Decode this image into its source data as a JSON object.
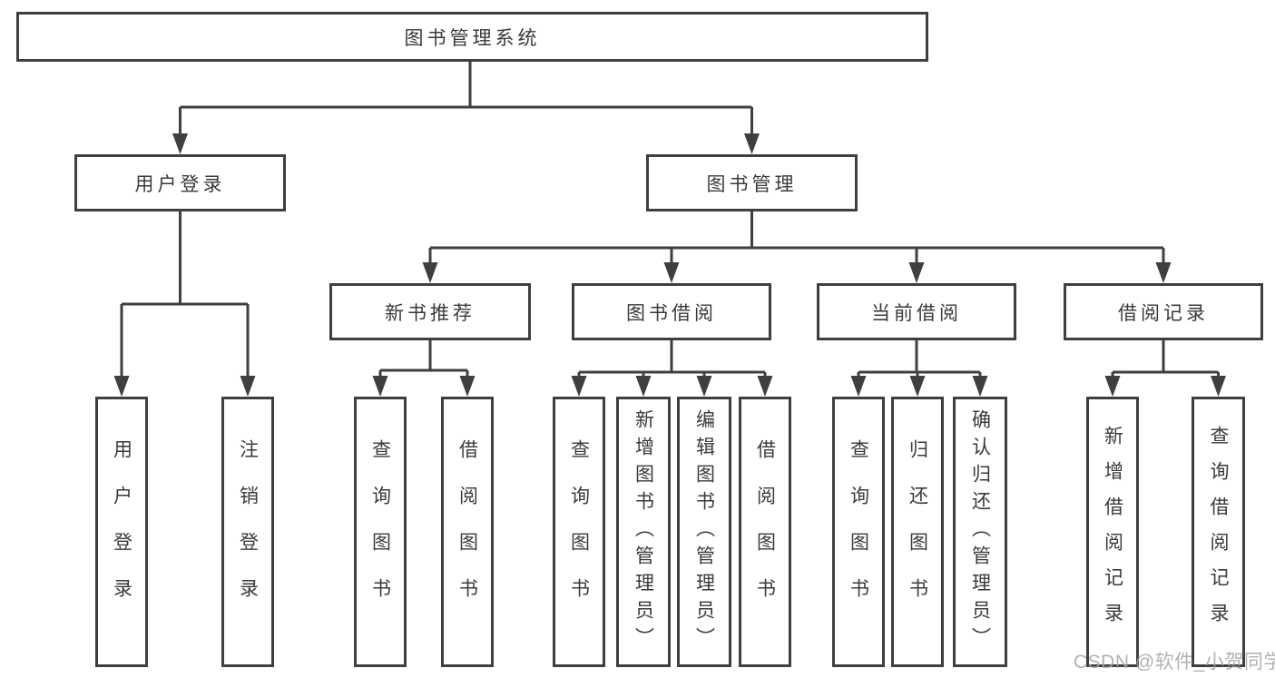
{
  "diagram": {
    "root": {
      "label": "图书管理系统"
    },
    "branches": [
      {
        "label": "用户登录",
        "children": [
          {
            "label": "用户登录"
          },
          {
            "label": "注销登录"
          }
        ]
      },
      {
        "label": "图书管理",
        "groups": [
          {
            "label": "新书推荐",
            "children": [
              {
                "label": "查询图书"
              },
              {
                "label": "借阅图书"
              }
            ]
          },
          {
            "label": "图书借阅",
            "children": [
              {
                "label": "查询图书"
              },
              {
                "label": "新增图书（管理员）"
              },
              {
                "label": "编辑图书（管理员）"
              },
              {
                "label": "借阅图书"
              }
            ]
          },
          {
            "label": "当前借阅",
            "children": [
              {
                "label": "查询图书"
              },
              {
                "label": "归还图书"
              },
              {
                "label": "确认归还（管理员）"
              }
            ]
          },
          {
            "label": "借阅记录",
            "children": [
              {
                "label": "新增借阅记录"
              },
              {
                "label": "查询借阅记录"
              }
            ]
          }
        ]
      }
    ]
  },
  "watermark": {
    "text": "CSDN @软件_小贺同学"
  },
  "colors": {
    "line": "#3f3f3f",
    "box_border": "#3f3f3f",
    "text": "#3a3a3a",
    "watermark": "#a4a4a4",
    "background": "#ffffff"
  }
}
